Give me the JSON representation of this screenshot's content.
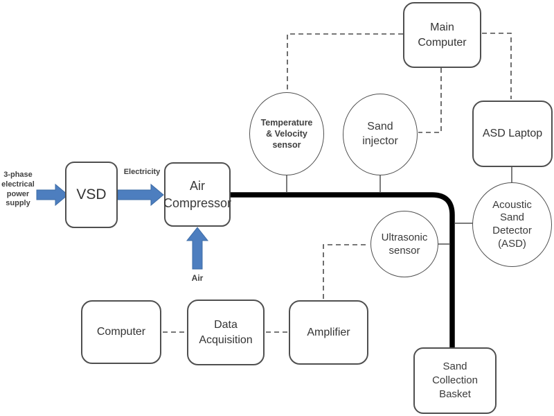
{
  "diagram": {
    "title_hint": "Sand detection experimental rig block diagram",
    "colors": {
      "background": "#ffffff",
      "node_border": "#4f4f4f",
      "text": "#3a3a3a",
      "pipe": "#000000",
      "dashed_line": "#4a4a4a",
      "arrow_fill": "#4d7ebf",
      "arrow_stroke": "#3d6ca6"
    },
    "nodes": {
      "vsd": "VSD",
      "air_compressor": "Air\nCompressor",
      "main_computer": "Main\nComputer",
      "asd_laptop": "ASD Laptop",
      "temp_velocity_sensor": "Temperature\n& Velocity\nsensor",
      "sand_injector": "Sand\ninjector",
      "ultrasonic_sensor": "Ultrasonic\nsensor",
      "acoustic_sand_detector": "Acoustic\nSand\nDetector\n(ASD)",
      "computer": "Computer",
      "data_acquisition": "Data\nAcquisition",
      "amplifier": "Amplifier",
      "sand_collection_basket": "Sand\nCollection\nBasket"
    },
    "labels": {
      "power_supply": "3-phase\nelectrical\npower\nsupply",
      "electricity": "Electricity",
      "air": "Air"
    },
    "connections": [
      {
        "from": "3-phase electrical power supply",
        "to": "VSD",
        "type": "blue-arrow"
      },
      {
        "from": "VSD",
        "to": "Air Compressor",
        "type": "blue-arrow",
        "label": "Electricity"
      },
      {
        "from": "Air (intake)",
        "to": "Air Compressor",
        "type": "blue-arrow",
        "label": "Air"
      },
      {
        "from": "Air Compressor",
        "to": "Sand Collection Basket",
        "type": "thick-pipe"
      },
      {
        "from": "Temperature & Velocity sensor",
        "to": "pipe",
        "type": "solid"
      },
      {
        "from": "Sand injector",
        "to": "pipe",
        "type": "solid"
      },
      {
        "from": "Ultrasonic sensor",
        "to": "pipe",
        "type": "solid"
      },
      {
        "from": "Acoustic Sand Detector (ASD)",
        "to": "pipe",
        "type": "solid"
      },
      {
        "from": "ASD Laptop",
        "to": "Acoustic Sand Detector (ASD)",
        "type": "solid"
      },
      {
        "from": "Main Computer",
        "to": "Temperature & Velocity sensor",
        "type": "dashed"
      },
      {
        "from": "Main Computer",
        "to": "Sand injector",
        "type": "dashed"
      },
      {
        "from": "Main Computer",
        "to": "ASD Laptop",
        "type": "dashed"
      },
      {
        "from": "Computer",
        "to": "Data Acquisition",
        "type": "dashed"
      },
      {
        "from": "Data Acquisition",
        "to": "Amplifier",
        "type": "dashed"
      },
      {
        "from": "Amplifier",
        "to": "Ultrasonic sensor",
        "type": "dashed"
      }
    ]
  }
}
